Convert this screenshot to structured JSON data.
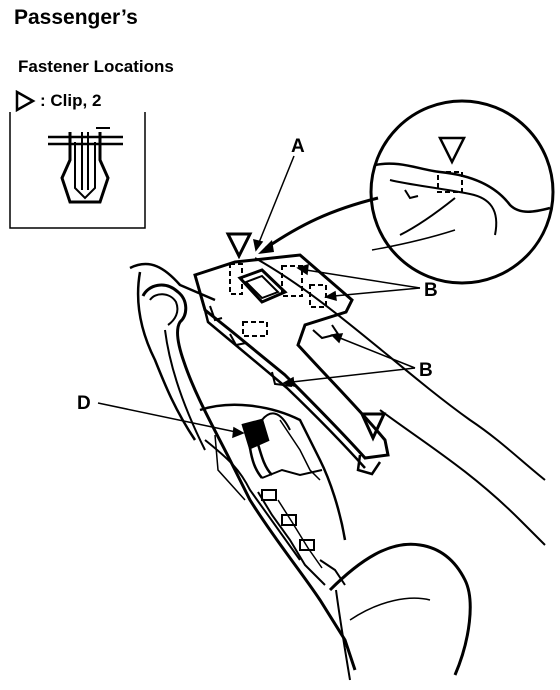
{
  "title": "Passenger’s",
  "subtitle": "Fastener Locations",
  "legend": {
    "symbol": ":",
    "label": "Clip, 2"
  },
  "callouts": {
    "a": "A",
    "b1": "B",
    "b2": "B",
    "d": "D"
  }
}
